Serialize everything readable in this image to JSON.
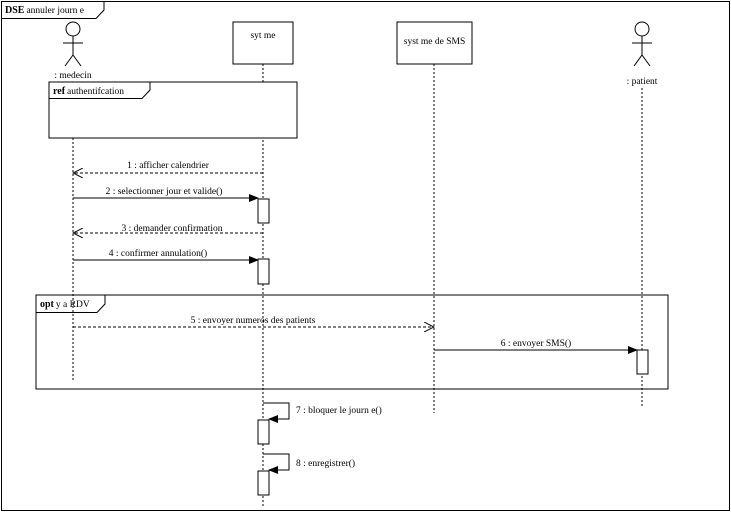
{
  "frame": {
    "keyword": "DSE",
    "title": "annuler journ e"
  },
  "lifelines": {
    "medecin": ": medecin",
    "systeme": "syt me",
    "sms": "syst me de SMS",
    "patient": ": patient"
  },
  "ref": {
    "keyword": "ref",
    "label": "authentifcation"
  },
  "opt": {
    "keyword": "opt",
    "guard": "y a RDV"
  },
  "messages": [
    {
      "label": "1 : afficher calendrier",
      "kind": "return"
    },
    {
      "label": "2 : selectionner jour et valide()",
      "kind": "call"
    },
    {
      "label": "3 : demander confirmation",
      "kind": "return"
    },
    {
      "label": "4 : confirmer annulation()",
      "kind": "call"
    },
    {
      "label": "5 : envoyer numeros des patients",
      "kind": "return"
    },
    {
      "label": "6 : envoyer SMS()",
      "kind": "call"
    },
    {
      "label": "7 : bloquer le journ e()",
      "kind": "self-call"
    },
    {
      "label": "8 : enregistrer()",
      "kind": "self-call"
    }
  ]
}
